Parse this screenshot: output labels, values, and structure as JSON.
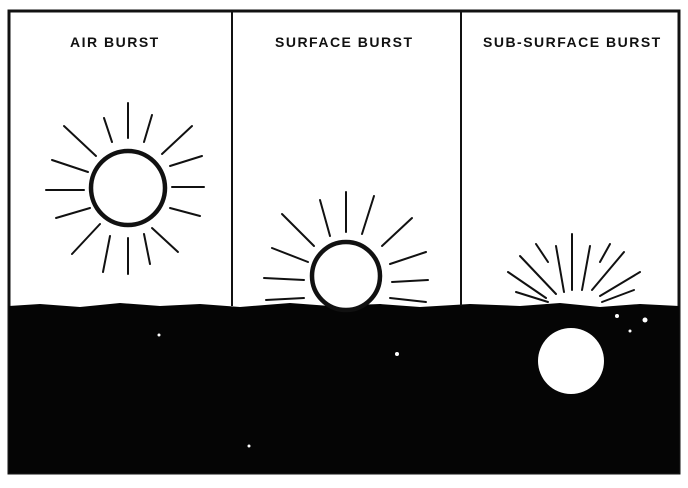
{
  "panels": [
    {
      "id": "air",
      "title": "AIR BURST"
    },
    {
      "id": "surface",
      "title": "SURFACE BURST"
    },
    {
      "id": "subsurface",
      "title": "SUB-SURFACE BURST"
    }
  ],
  "colors": {
    "ink": "#111111",
    "ground": "#050505",
    "paper": "#ffffff"
  }
}
